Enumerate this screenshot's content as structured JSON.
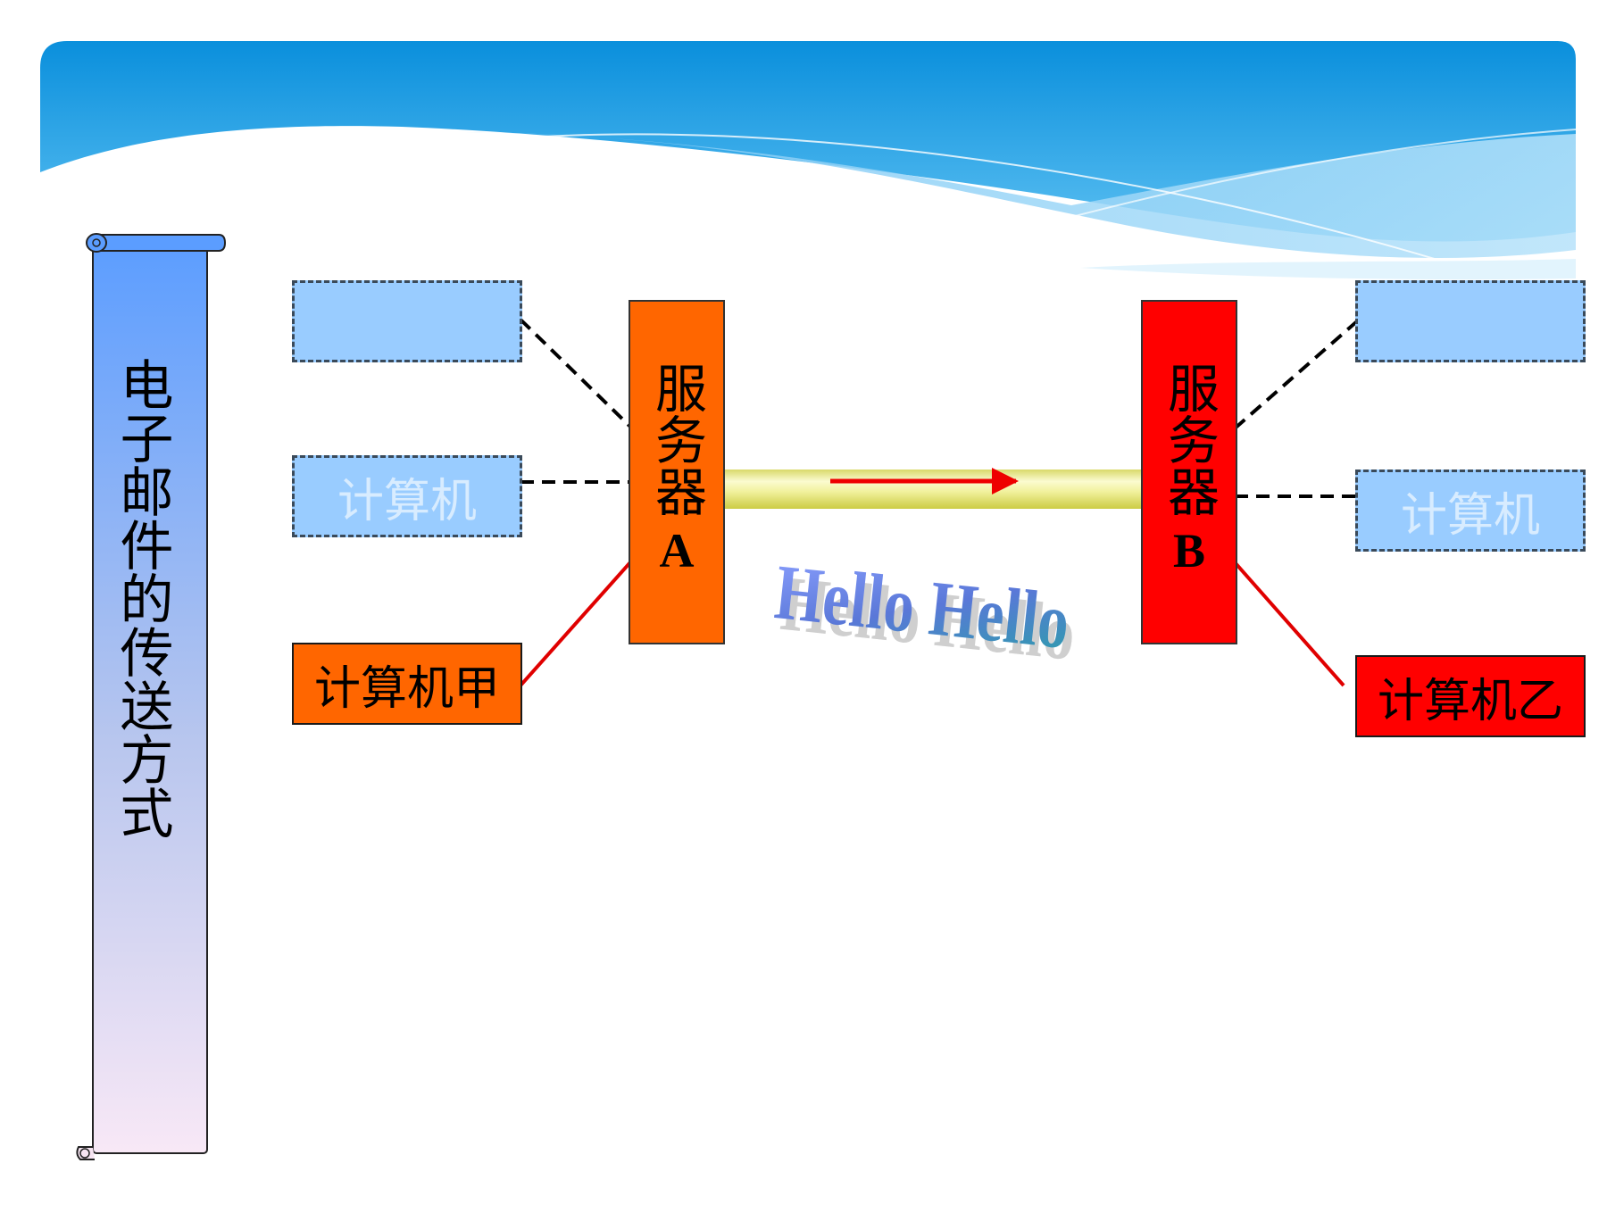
{
  "diagram": {
    "title": "电子邮件的传送方式",
    "server_a": {
      "label": "服务器",
      "letter": "A",
      "color": "#ff6600"
    },
    "server_b": {
      "label": "服务器",
      "letter": "B",
      "color": "#ff0000"
    },
    "left_computers": [
      {
        "label": ""
      },
      {
        "label": "计算机"
      },
      {
        "label": "计算机甲",
        "color": "#ff6600"
      }
    ],
    "right_computers": [
      {
        "label": ""
      },
      {
        "label": "计算机"
      },
      {
        "label": "计算机乙",
        "color": "#ff0000"
      }
    ],
    "message_text": "Hello Hello",
    "colors": {
      "ghost_box_fill": "#99ccff",
      "pipe": "#e8e880",
      "arrow": "#ee0000",
      "banner_top": "#66a3ff",
      "banner_bottom": "#f5e8f8"
    }
  }
}
